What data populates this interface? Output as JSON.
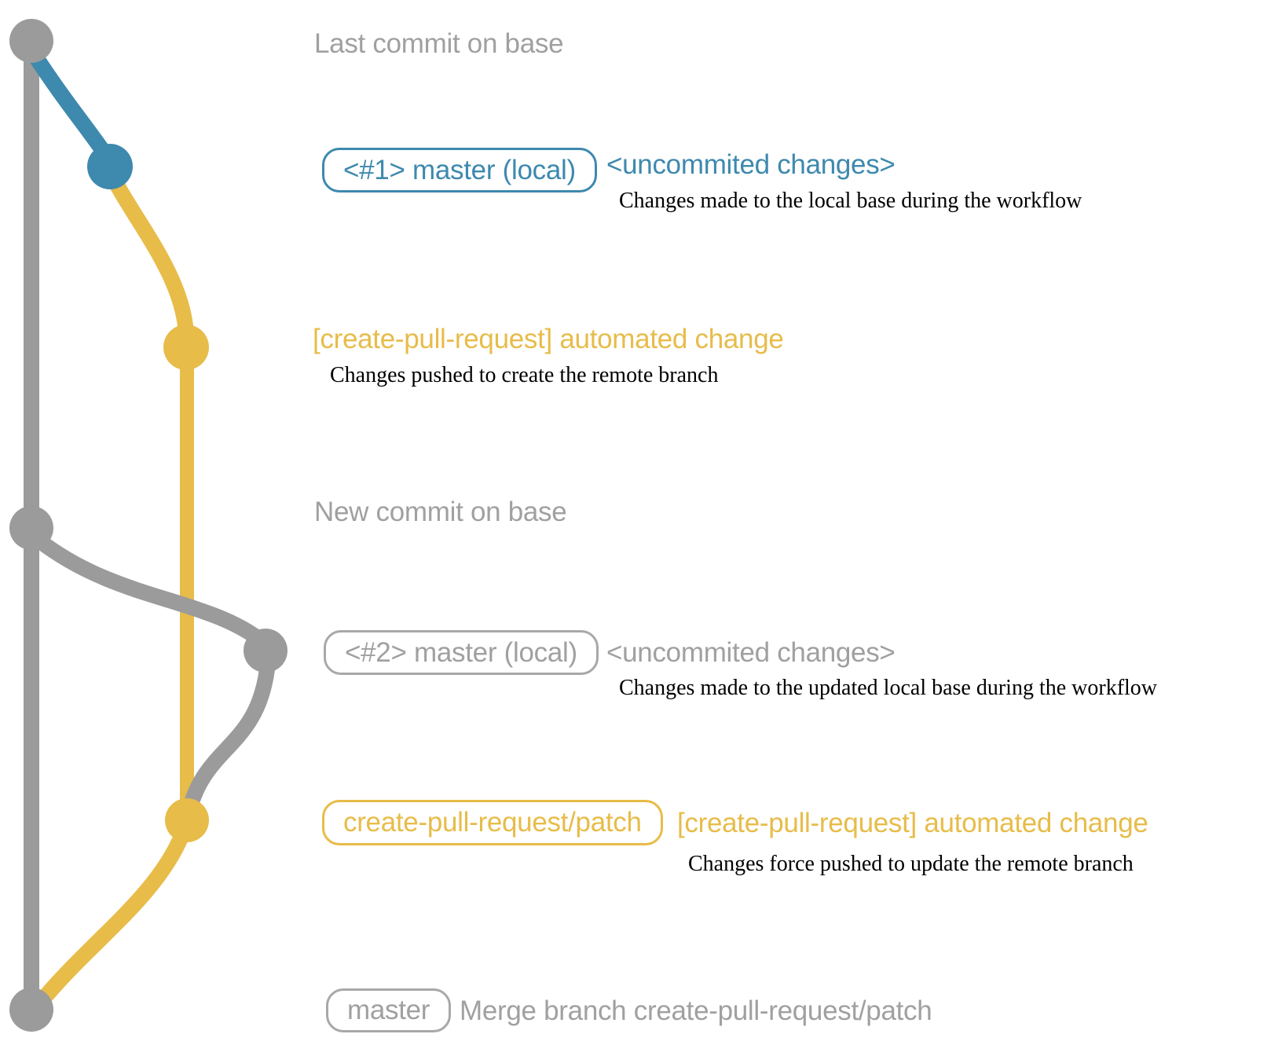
{
  "colors": {
    "branch_gray": "#9b9b9b",
    "branch_blue": "#3e89ae",
    "branch_yellow": "#e7bc49",
    "text_gray": "#a0a0a0",
    "description_black": "#000000"
  },
  "rows": {
    "last_commit": {
      "heading": "Last commit on base"
    },
    "commit1": {
      "badge": "<#1> master (local)",
      "tag": "<uncommited changes>",
      "desc": "Changes made to the local base during the workflow"
    },
    "push1": {
      "heading": "[create-pull-request] automated change",
      "desc": "Changes pushed to create the remote branch"
    },
    "new_commit": {
      "heading": "New commit on base"
    },
    "commit2": {
      "badge": "<#2> master (local)",
      "tag": "<uncommited changes>",
      "desc": "Changes made to the updated local base during the workflow"
    },
    "push2": {
      "badge": "create-pull-request/patch",
      "tag": "[create-pull-request] automated change",
      "desc": "Changes force pushed to update the remote branch"
    },
    "merge": {
      "badge": "master",
      "heading": "Merge branch create-pull-request/patch"
    }
  }
}
